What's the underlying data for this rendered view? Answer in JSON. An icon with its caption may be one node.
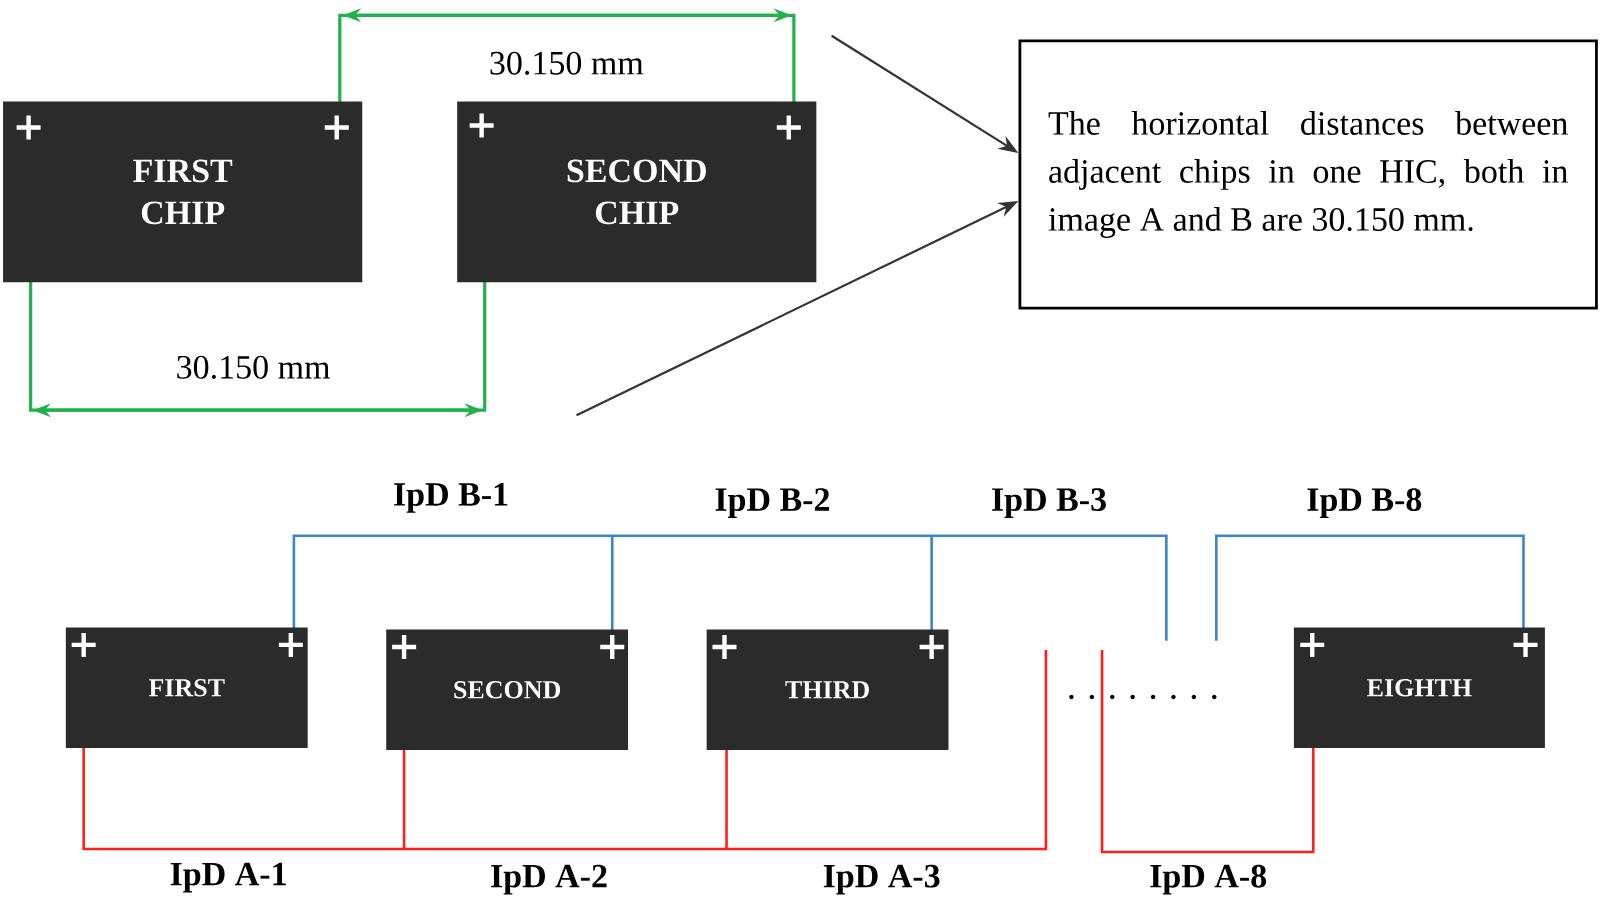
{
  "diagram": {
    "nodes": [
      {
        "text": [
          "FIRST CHIP"
        ]
      },
      {
        "text": [
          "SECOND CHIP"
        ]
      },
      {
        "text": [
          "The horizontal distances between adjacent chips in one HIC, both in image A and B are 30.150 mm."
        ]
      },
      {
        "text": [
          "FIRST"
        ]
      },
      {
        "text": [
          "SECOND"
        ]
      },
      {
        "text": [
          "THIRD"
        ]
      },
      {
        "text": [
          "EIGHTH"
        ]
      }
    ],
    "edges": [
      {
        "from": null,
        "to": 2,
        "arrow": "to"
      },
      {
        "from": null,
        "to": 2,
        "arrow": "to"
      }
    ],
    "labels": [
      "30.150 mm",
      "30.150 mm",
      "IpD B-1",
      "IpD B-2",
      "IpD B-3",
      "IpD B-8",
      "IpD A-1",
      "IpD A-2",
      "IpD A-3",
      "IpD A-8"
    ]
  }
}
